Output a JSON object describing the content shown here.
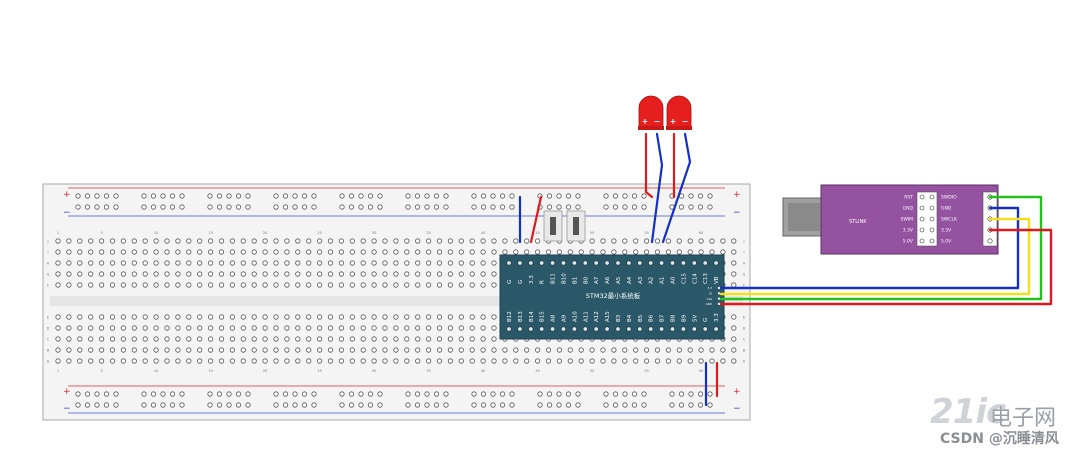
{
  "breadboard": {
    "plus_label": "+",
    "minus_label": "−",
    "column_numbers": [
      "1",
      "5",
      "10",
      "15",
      "20",
      "25",
      "30",
      "35",
      "40",
      "45",
      "50",
      "55",
      "60"
    ],
    "row_letters_top": [
      "J",
      "I",
      "H",
      "G",
      "F"
    ],
    "row_letters_bottom": [
      "E",
      "D",
      "C",
      "B",
      "A"
    ]
  },
  "leds": [
    {
      "plus": "+",
      "minus": "−"
    },
    {
      "plus": "+",
      "minus": "−"
    }
  ],
  "mcu": {
    "title": "STM32最小系统板",
    "top_pins": [
      "G",
      "G",
      "3.3",
      "R",
      "B11",
      "B10",
      "B1",
      "B0",
      "A7",
      "A6",
      "A5",
      "A4",
      "A3",
      "A2",
      "A1",
      "A0",
      "C15",
      "C14",
      "C13",
      "VB"
    ],
    "bottom_pins": [
      "B12",
      "B13",
      "B14",
      "B15",
      "A8",
      "A9",
      "A10",
      "A11",
      "A12",
      "A15",
      "B3",
      "B4",
      "B5",
      "B6",
      "B7",
      "B8",
      "B9",
      "5V",
      "G",
      "3.3"
    ],
    "side_pins": [
      "3.3",
      "IO",
      "CLK",
      "GND"
    ]
  },
  "stlink": {
    "label": "STLINK",
    "left_labels": [
      "RST",
      "GND",
      "SWIM",
      "3.3V",
      "5.0V"
    ],
    "right_labels": [
      "SWDIO",
      "GND",
      "SWCLK",
      "3.3V",
      "5.0V"
    ]
  },
  "colors": {
    "wire_red": "#e0191c",
    "wire_blue": "#1430c8",
    "wire_green": "#22c21a",
    "wire_yellow": "#f3e01a",
    "board_teal": "#2a5868",
    "stlink_purple": "#9452a0",
    "led_red": "#e61e1e"
  },
  "watermark": {
    "logo": "21ic",
    "site": "电子网",
    "credit": "CSDN @沉睡清风"
  }
}
